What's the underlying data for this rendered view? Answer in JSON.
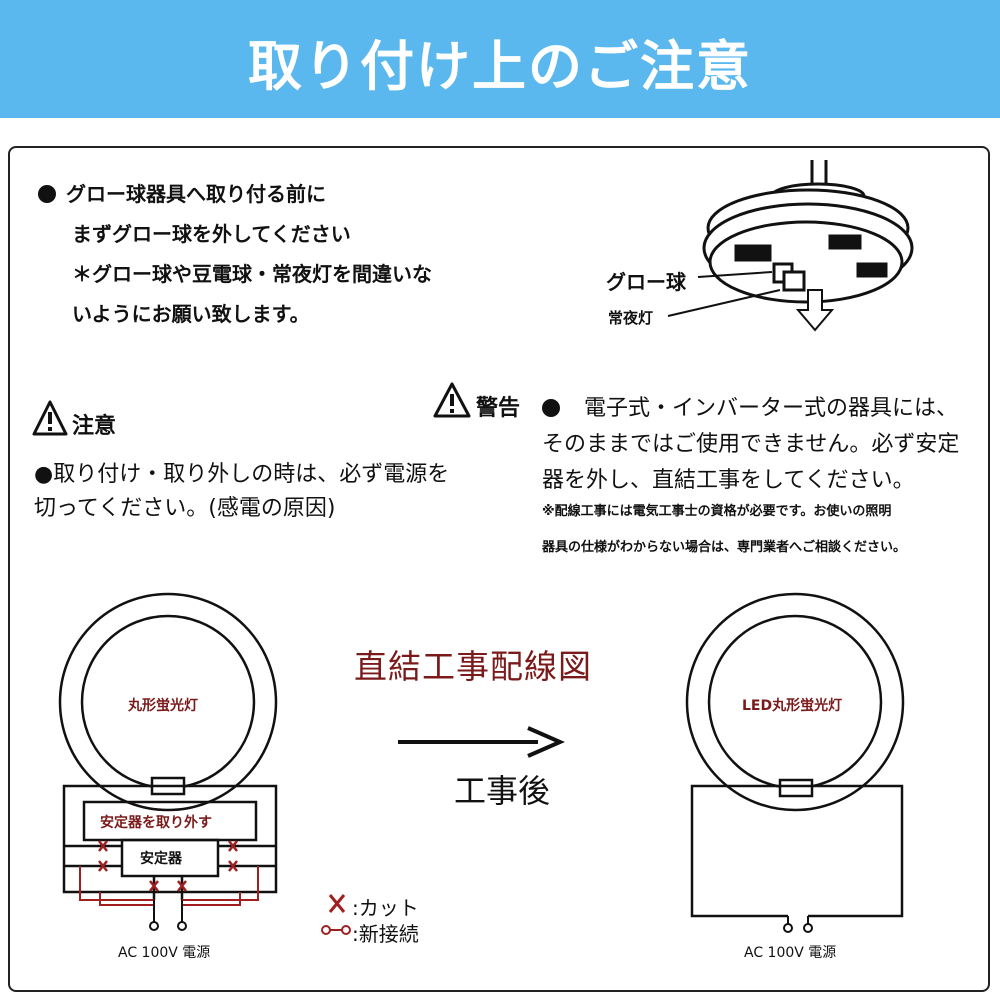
{
  "header": {
    "title": "取り付け上のご注意"
  },
  "glow_notice": {
    "line1": "グロー球器具へ取り付る前に",
    "line2": "まずグロー球を外してください",
    "line3": "＊グロー球や豆電球・常夜灯を間違いな",
    "line4": "いようにお願い致します。",
    "label_glow": "グロー球",
    "label_nightlight": "常夜灯"
  },
  "caution": {
    "heading": "注意",
    "line1": "●取り付け・取り外しの時は、必ず電源を",
    "line2": "切ってください。(感電の原因)"
  },
  "warning": {
    "heading": "警告",
    "line1": "電子式・インバーター式の器具には、",
    "line2": "そのままではご使用できません。必ず安定",
    "line3": "器を外し、直結工事をしてください。",
    "note1": "※配線工事には電気工事士の資格が必要です。お使いの照明",
    "note2": "器具の仕様がわからない場合は、専門業者へご相談ください。"
  },
  "diagram": {
    "title": "直結工事配線図",
    "after_label": "工事後",
    "left_lamp": "丸形蛍光灯",
    "remove_ballast": "安定器を取り外す",
    "ballast": "安定器",
    "left_power": "AC 100V 電源",
    "right_lamp": "LED丸形蛍光灯",
    "right_power": "AC 100V 電源",
    "legend_cut": ":カット",
    "legend_connect": ":新接続"
  },
  "colors": {
    "banner": "#5bb8ee",
    "accent_red": "#7a1a1a",
    "text": "#111111"
  }
}
